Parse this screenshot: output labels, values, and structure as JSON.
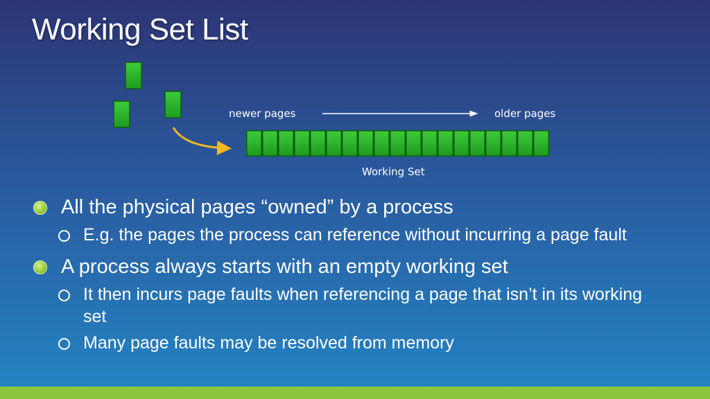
{
  "slide": {
    "title": "Working Set List",
    "accent_color": "#8cc63f",
    "page_color": "#2db52d"
  },
  "diagram": {
    "newer_label": "newer pages",
    "older_label": "older pages",
    "working_set_label": "Working Set",
    "working_set_page_count": 19,
    "loose_page_count": 3
  },
  "bullets": [
    {
      "text": "All the physical pages “owned” by a process",
      "sub": [
        "E.g. the pages the process can reference without incurring a page fault"
      ]
    },
    {
      "text": "A process always starts with an empty working set",
      "sub": [
        "It then incurs page faults when referencing a page that isn’t in its working set",
        "Many page faults may be resolved from memory"
      ]
    }
  ]
}
